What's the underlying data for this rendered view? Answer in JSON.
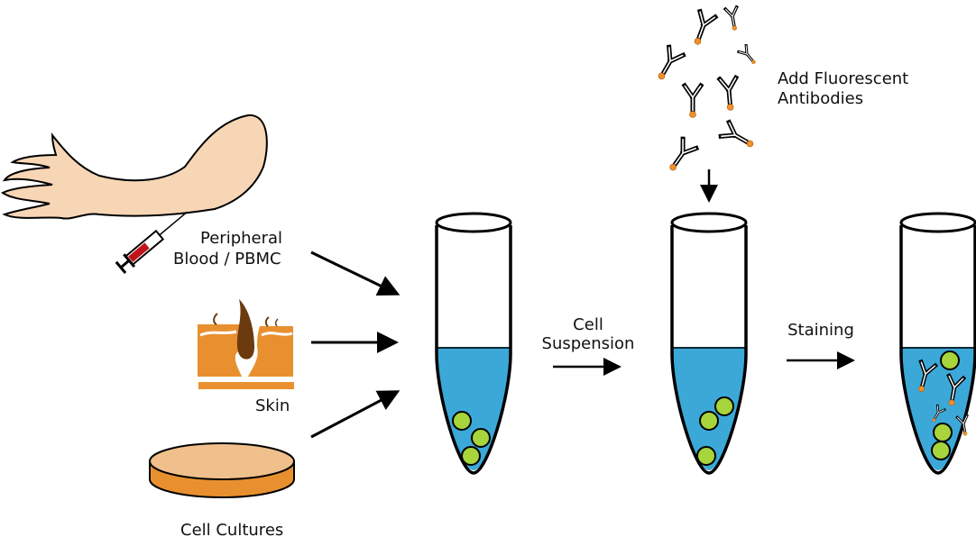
{
  "labels": {
    "blood_line1": "Peripheral",
    "blood_line2": "Blood / PBMC",
    "skin": "Skin",
    "cultures": "Cell Cultures",
    "suspension_line1": "Cell",
    "suspension_line2": "Suspension",
    "staining": "Staining",
    "antibodies_line1": "Add Fluorescent",
    "antibodies_line2": "Antibodies"
  },
  "colors": {
    "skin_tone": "#f7d6b6",
    "orange": "#e8902f",
    "dish_top": "#f0c08c",
    "hair": "#6b3a0e",
    "liquid": "#3ba8d8",
    "cell": "#a8d43c",
    "fluorophore": "#f0902a",
    "blood": "#c0121a"
  }
}
